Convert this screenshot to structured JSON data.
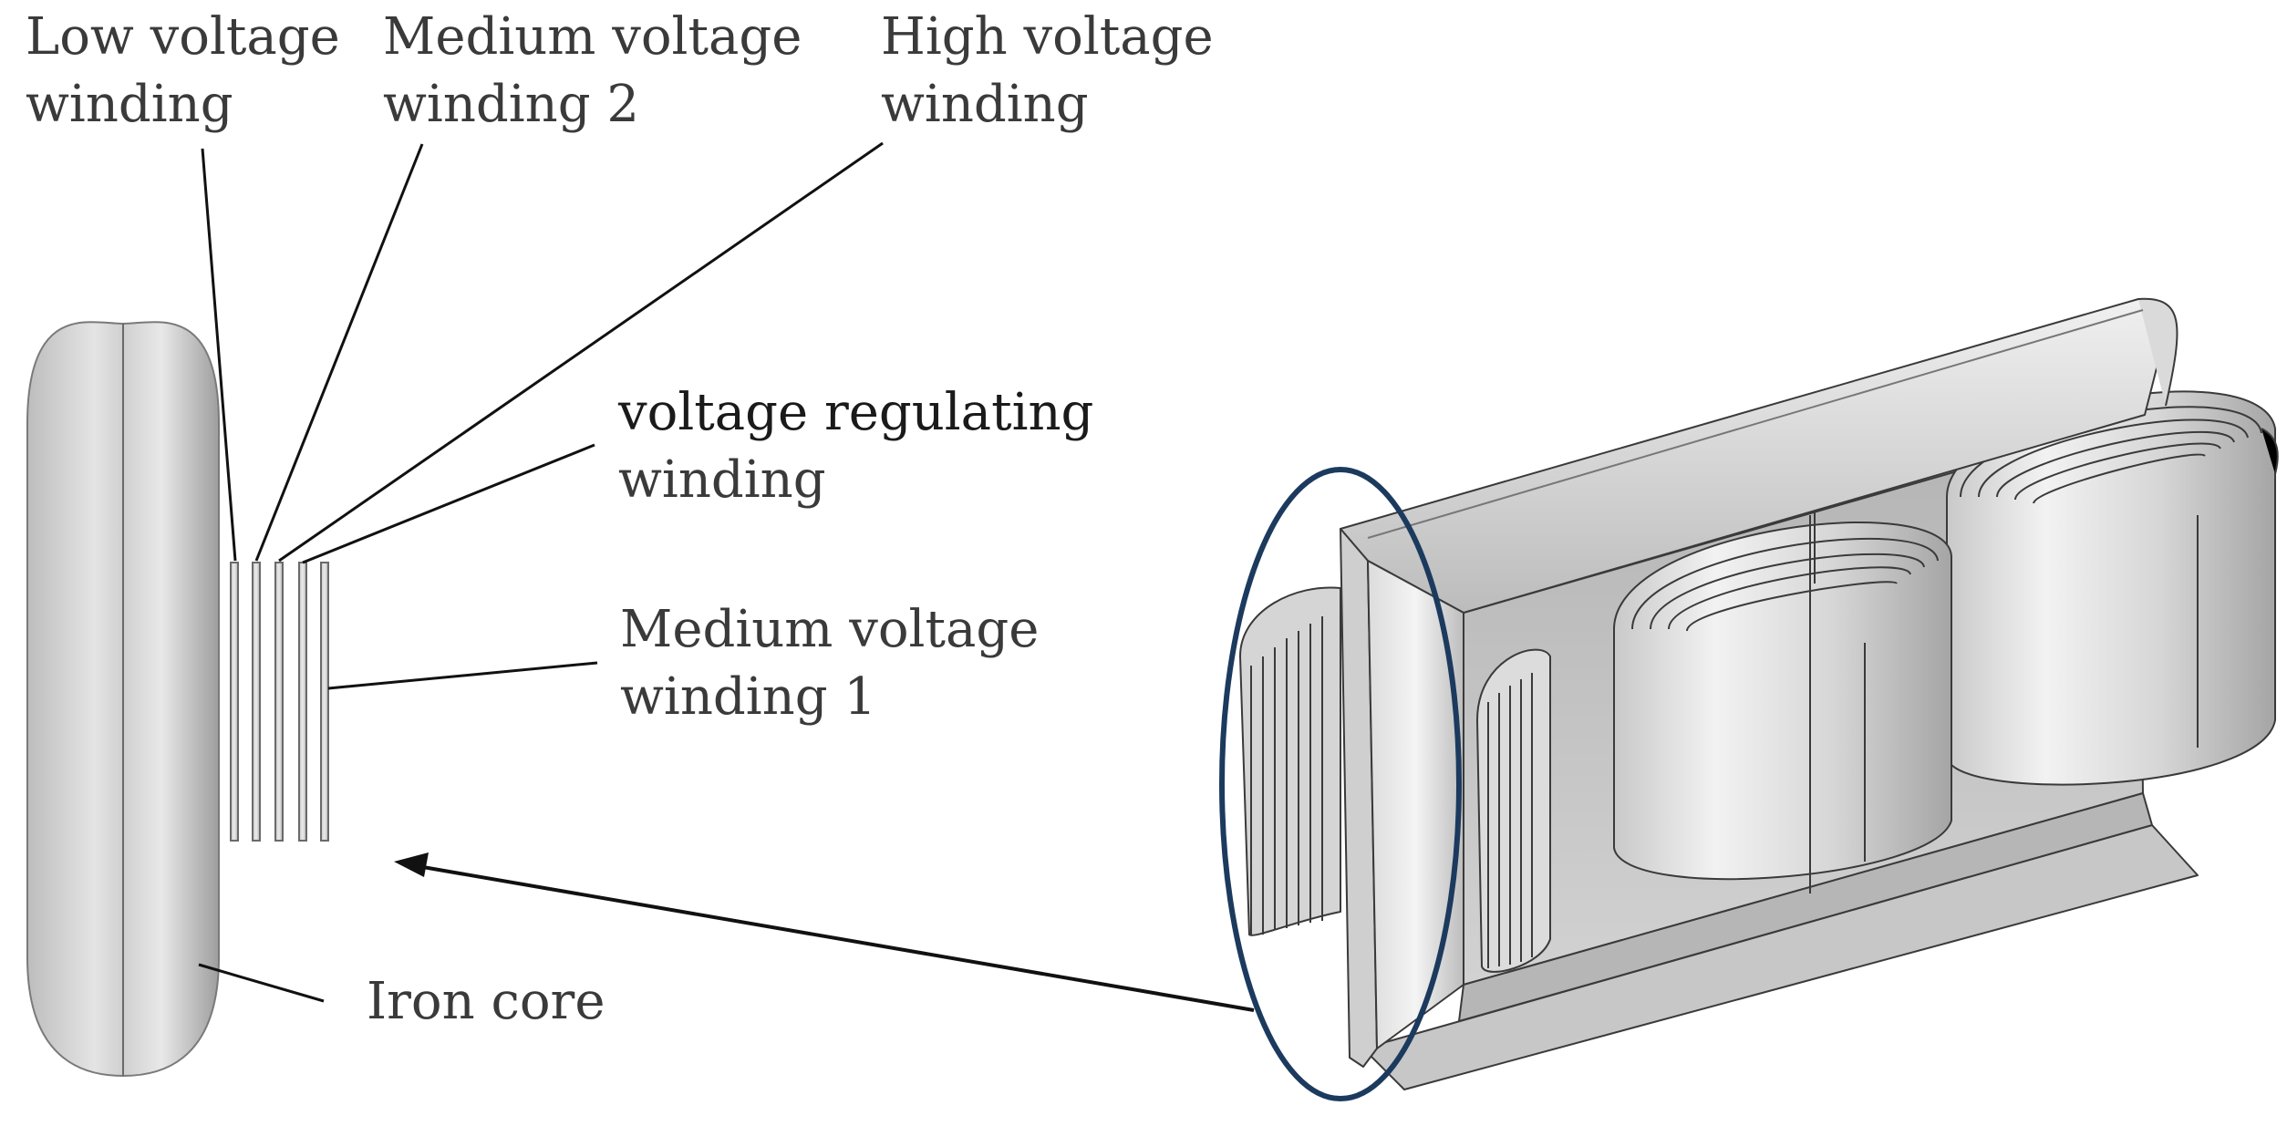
{
  "labels": {
    "low_voltage": [
      "Low voltage",
      "winding"
    ],
    "medium_voltage_2": [
      "Medium voltage",
      "winding 2"
    ],
    "high_voltage": [
      "High voltage",
      "winding"
    ],
    "voltage_regulating": [
      "voltage regulating",
      "winding"
    ],
    "medium_voltage_1": [
      "Medium voltage",
      "winding 1"
    ],
    "iron_core": "Iron core"
  },
  "colors": {
    "highlight_ellipse": "#1c3a5e",
    "metal_light": "#e6e6e6",
    "metal_mid": "#c8c8c8",
    "metal_dark": "#9a9a9a",
    "leader_line": "#111111"
  }
}
